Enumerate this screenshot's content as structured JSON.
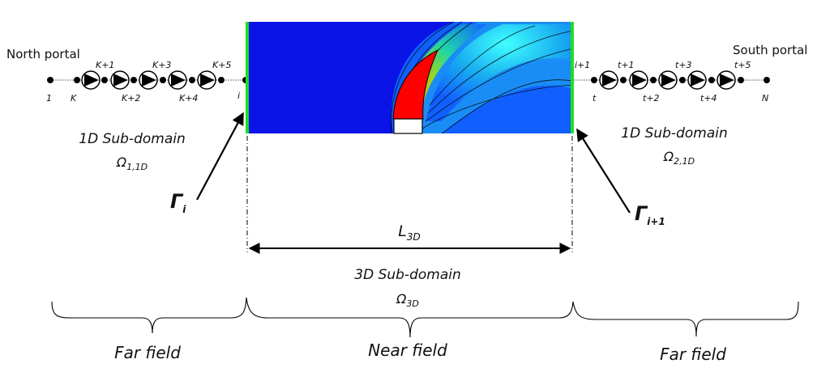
{
  "portals": {
    "north": "North portal",
    "south": "South portal"
  },
  "left_network": {
    "top_labels": [
      "K+1",
      "K+3",
      "K+5"
    ],
    "bottom_labels": [
      "1",
      "K",
      "K+2",
      "K+4",
      "i"
    ]
  },
  "right_network": {
    "top_labels": [
      "i+1",
      "t+1",
      "t+3",
      "t+5"
    ],
    "bottom_labels": [
      "t",
      "t+2",
      "t+4",
      "N"
    ]
  },
  "subdomains": {
    "left": {
      "title": "1D Sub-domain",
      "symbol": "Ω",
      "subscript": "1,1D"
    },
    "right": {
      "title": "1D Sub-domain",
      "symbol": "Ω",
      "subscript": "2,1D"
    },
    "center": {
      "title": "3D Sub-domain",
      "symbol": "Ω",
      "subscript": "3D"
    }
  },
  "interfaces": {
    "left": {
      "symbol": "Γ",
      "subscript": "i"
    },
    "right": {
      "symbol": "Γ",
      "subscript": "i+1"
    }
  },
  "length_label": {
    "symbol": "L",
    "subscript": "3D"
  },
  "fields": [
    "Far field",
    "Near field",
    "Far field"
  ],
  "colors": {
    "boundary_green": "#22dd22",
    "domain_blue": "#0a14e6",
    "hot_red": "#ff0000",
    "line_black": "#000000"
  }
}
